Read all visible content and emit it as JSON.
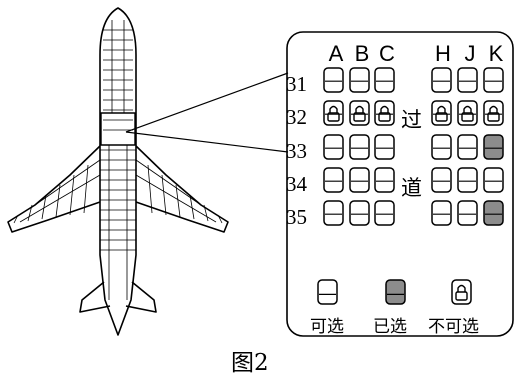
{
  "columns_left": [
    "A",
    "B",
    "C"
  ],
  "columns_right": [
    "H",
    "J",
    "K"
  ],
  "rows": [
    "31",
    "32",
    "33",
    "34",
    "35"
  ],
  "aisle_label": [
    "过",
    "道"
  ],
  "seat_status": {
    "31": [
      "available",
      "available",
      "available",
      "available",
      "available",
      "available"
    ],
    "32": [
      "unavailable",
      "unavailable",
      "unavailable",
      "unavailable",
      "unavailable",
      "unavailable"
    ],
    "33": [
      "available",
      "available",
      "available",
      "available",
      "available",
      "selected"
    ],
    "34": [
      "available",
      "available",
      "available",
      "available",
      "available",
      "available"
    ],
    "35": [
      "available",
      "available",
      "available",
      "available",
      "available",
      "selected"
    ]
  },
  "legend": {
    "available": "可选",
    "selected": "已选",
    "unavailable": "不可选"
  },
  "colors": {
    "line": "#000000",
    "selected_fill": "#8c8c8c",
    "background": "#ffffff"
  },
  "caption": "图2"
}
